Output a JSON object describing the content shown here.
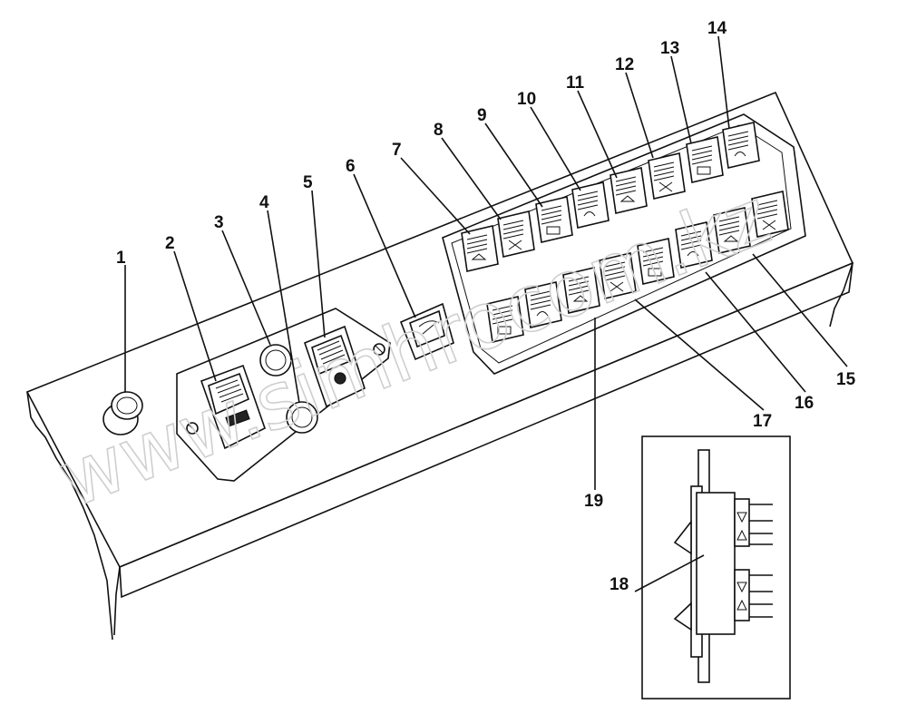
{
  "callouts": [
    "1",
    "2",
    "3",
    "4",
    "5",
    "6",
    "7",
    "8",
    "9",
    "10",
    "11",
    "12",
    "13",
    "14",
    "15",
    "16",
    "17",
    "18",
    "19"
  ],
  "watermark": "www.simhrocom.kz",
  "icons": {
    "panel": "dashboard-panel",
    "switch": "rocker-switch-icon",
    "knob": "rotary-knob-icon",
    "lamp": "indicator-lamp-icon"
  }
}
